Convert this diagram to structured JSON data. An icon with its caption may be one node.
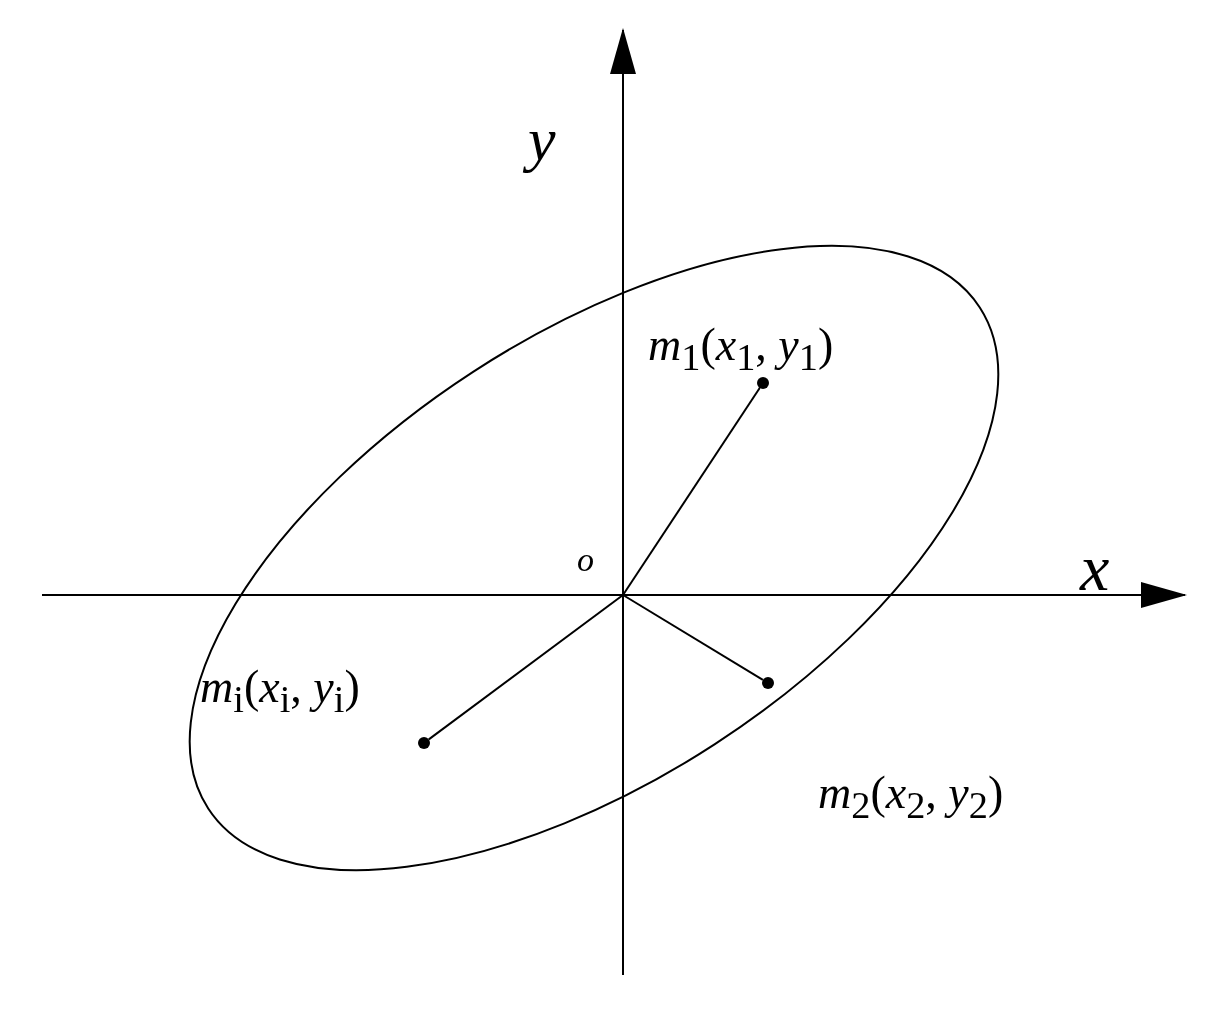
{
  "diagram": {
    "nodes": [
      {
        "text": [
          "o"
        ]
      },
      {
        "text": [],
        "shape": "circle",
        "beside": [
          "*m*$_{1}$(*x*$_{1}$, *y*$_{1}$)"
        ]
      },
      {
        "text": [],
        "shape": "circle",
        "beside": [
          "*m*$_{2}$(*x*$_{2}$, *y*$_{2}$)"
        ]
      },
      {
        "text": [],
        "shape": "circle",
        "beside": [
          "*m*$_{i}$(*x*$_{i}$, *y*$_{i}$)"
        ]
      }
    ],
    "edges": [
      {
        "from": 0,
        "to": 1,
        "arrow": "none"
      },
      {
        "from": 0,
        "to": 2,
        "arrow": "none"
      },
      {
        "from": 0,
        "to": 3,
        "arrow": "none"
      }
    ],
    "labels": [
      "y",
      "x"
    ]
  }
}
